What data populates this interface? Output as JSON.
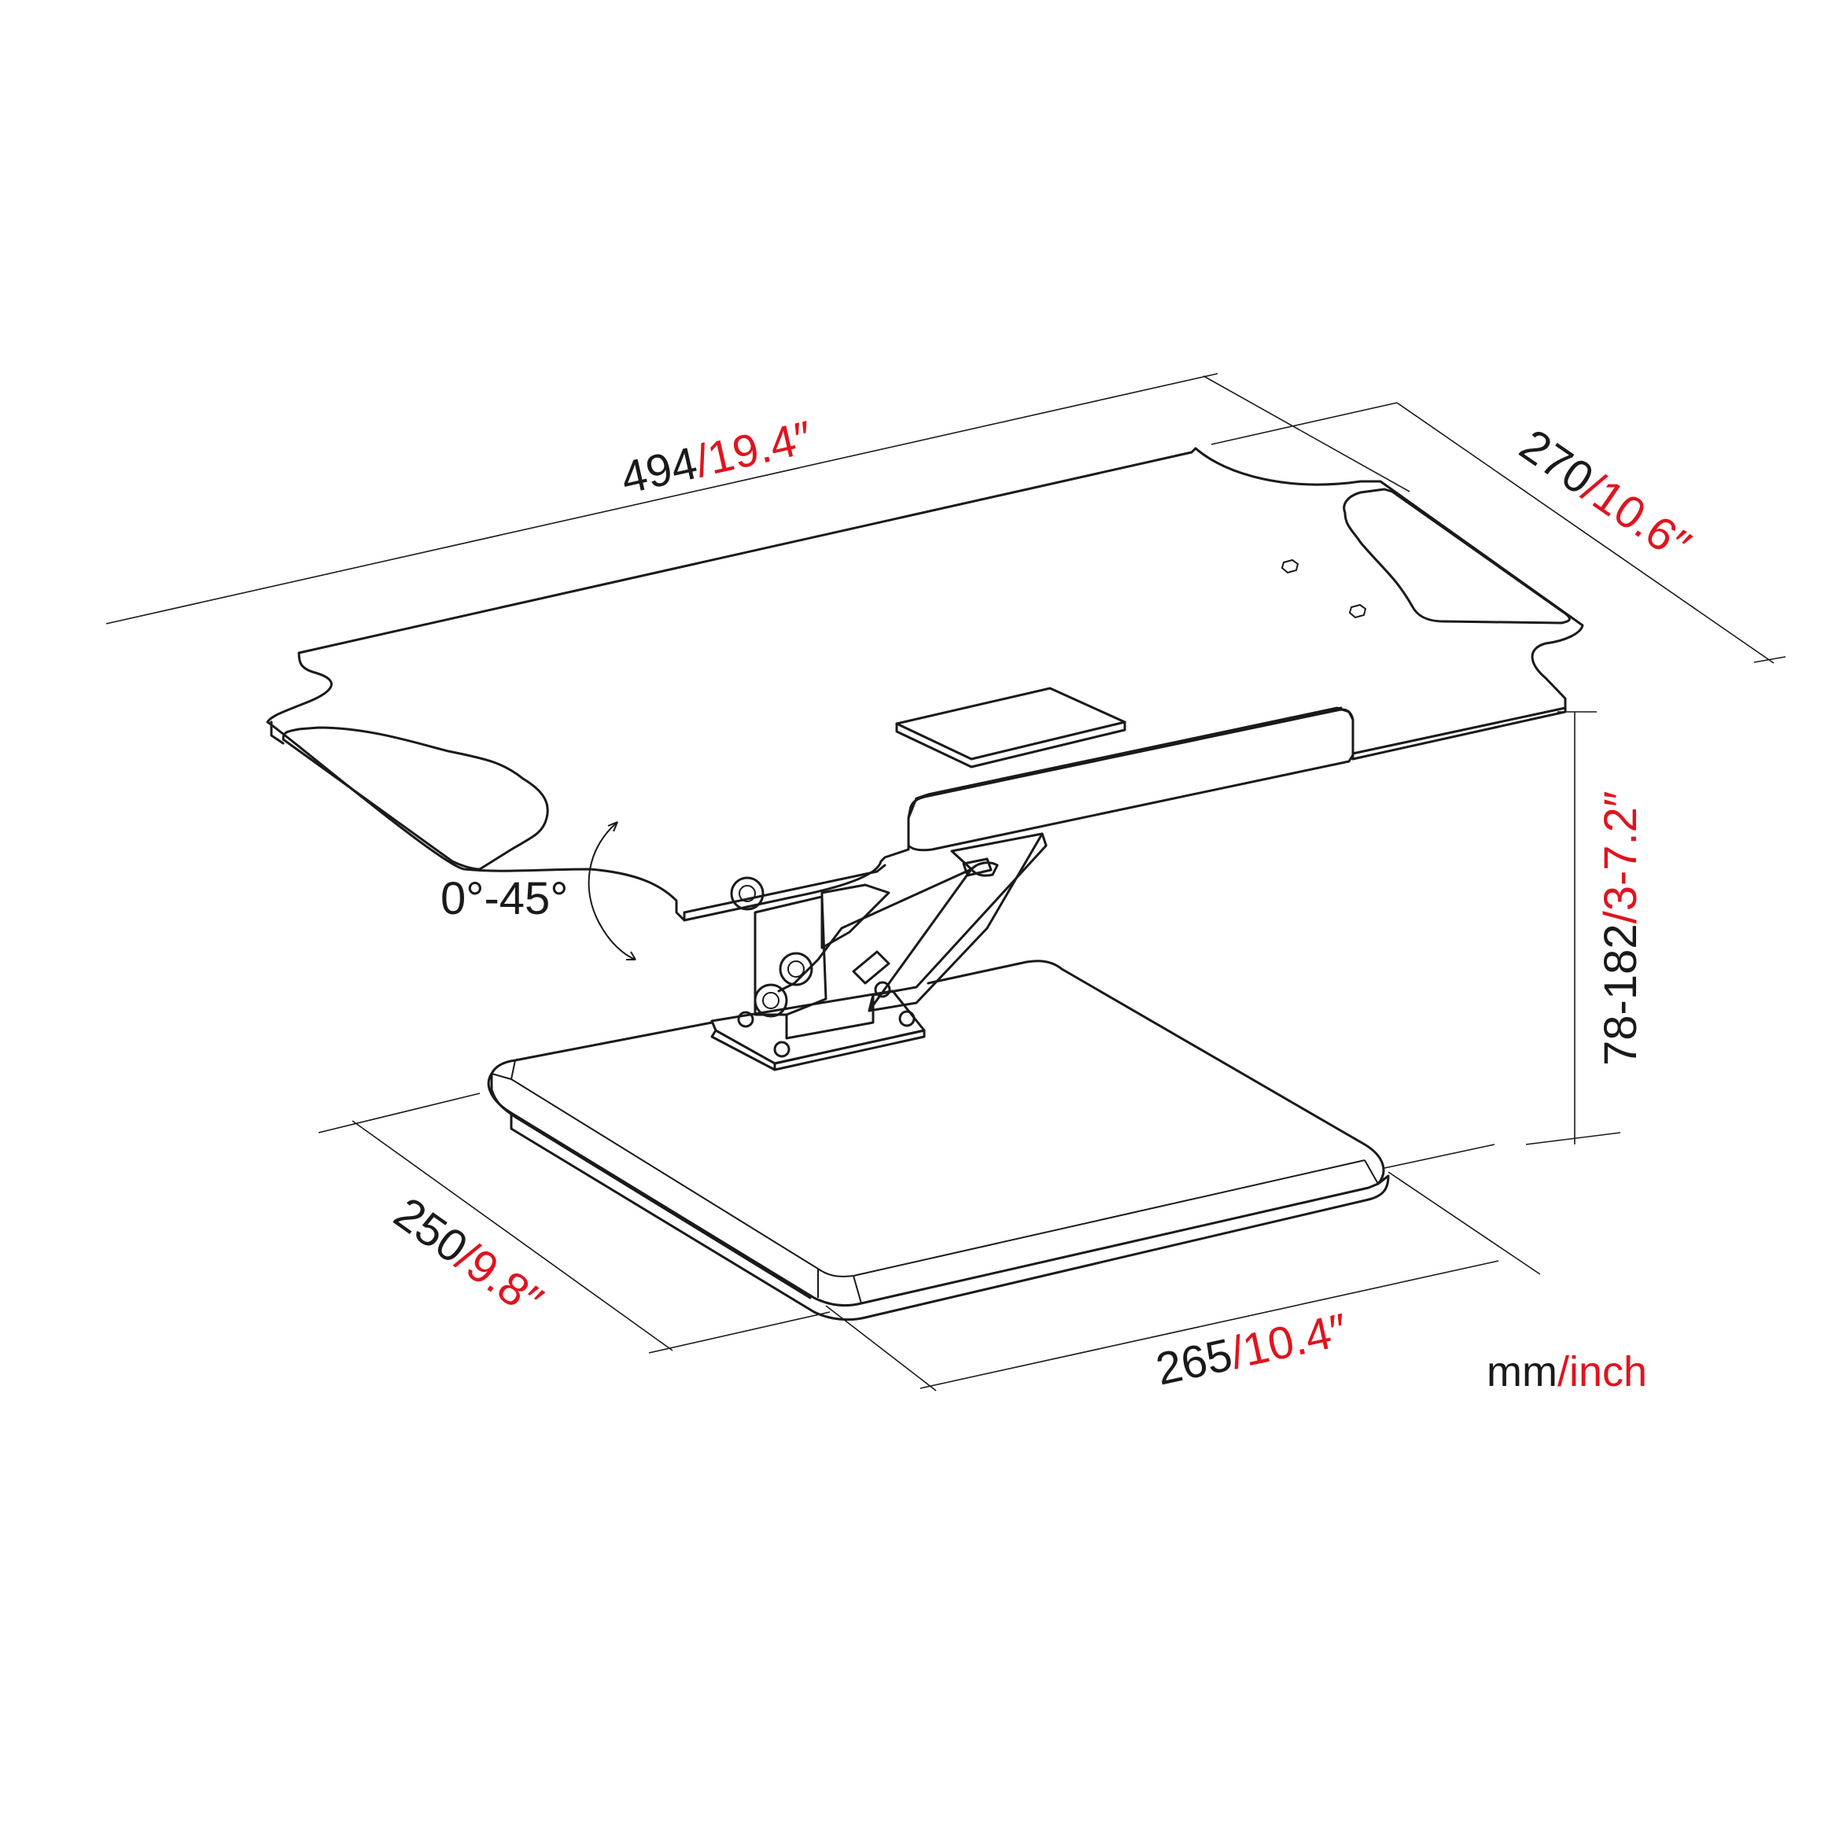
{
  "colors": {
    "line": "#1a1a1a",
    "metric": "#1a1a1a",
    "imperial": "#e0141e",
    "background": "#ffffff"
  },
  "dimensions": {
    "width": {
      "mm": "494",
      "inch": "/19.4″"
    },
    "depth": {
      "mm": "270",
      "inch": "/10.6″"
    },
    "height": {
      "mm": "78-182",
      "inch": "/3-7.2″"
    },
    "base_depth": {
      "mm": "250",
      "inch": "/9.8″"
    },
    "base_width": {
      "mm": "265",
      "inch": "/10.4″"
    }
  },
  "tilt": "0°-45°",
  "units": {
    "metric": "mm",
    "imperial": "/inch"
  }
}
